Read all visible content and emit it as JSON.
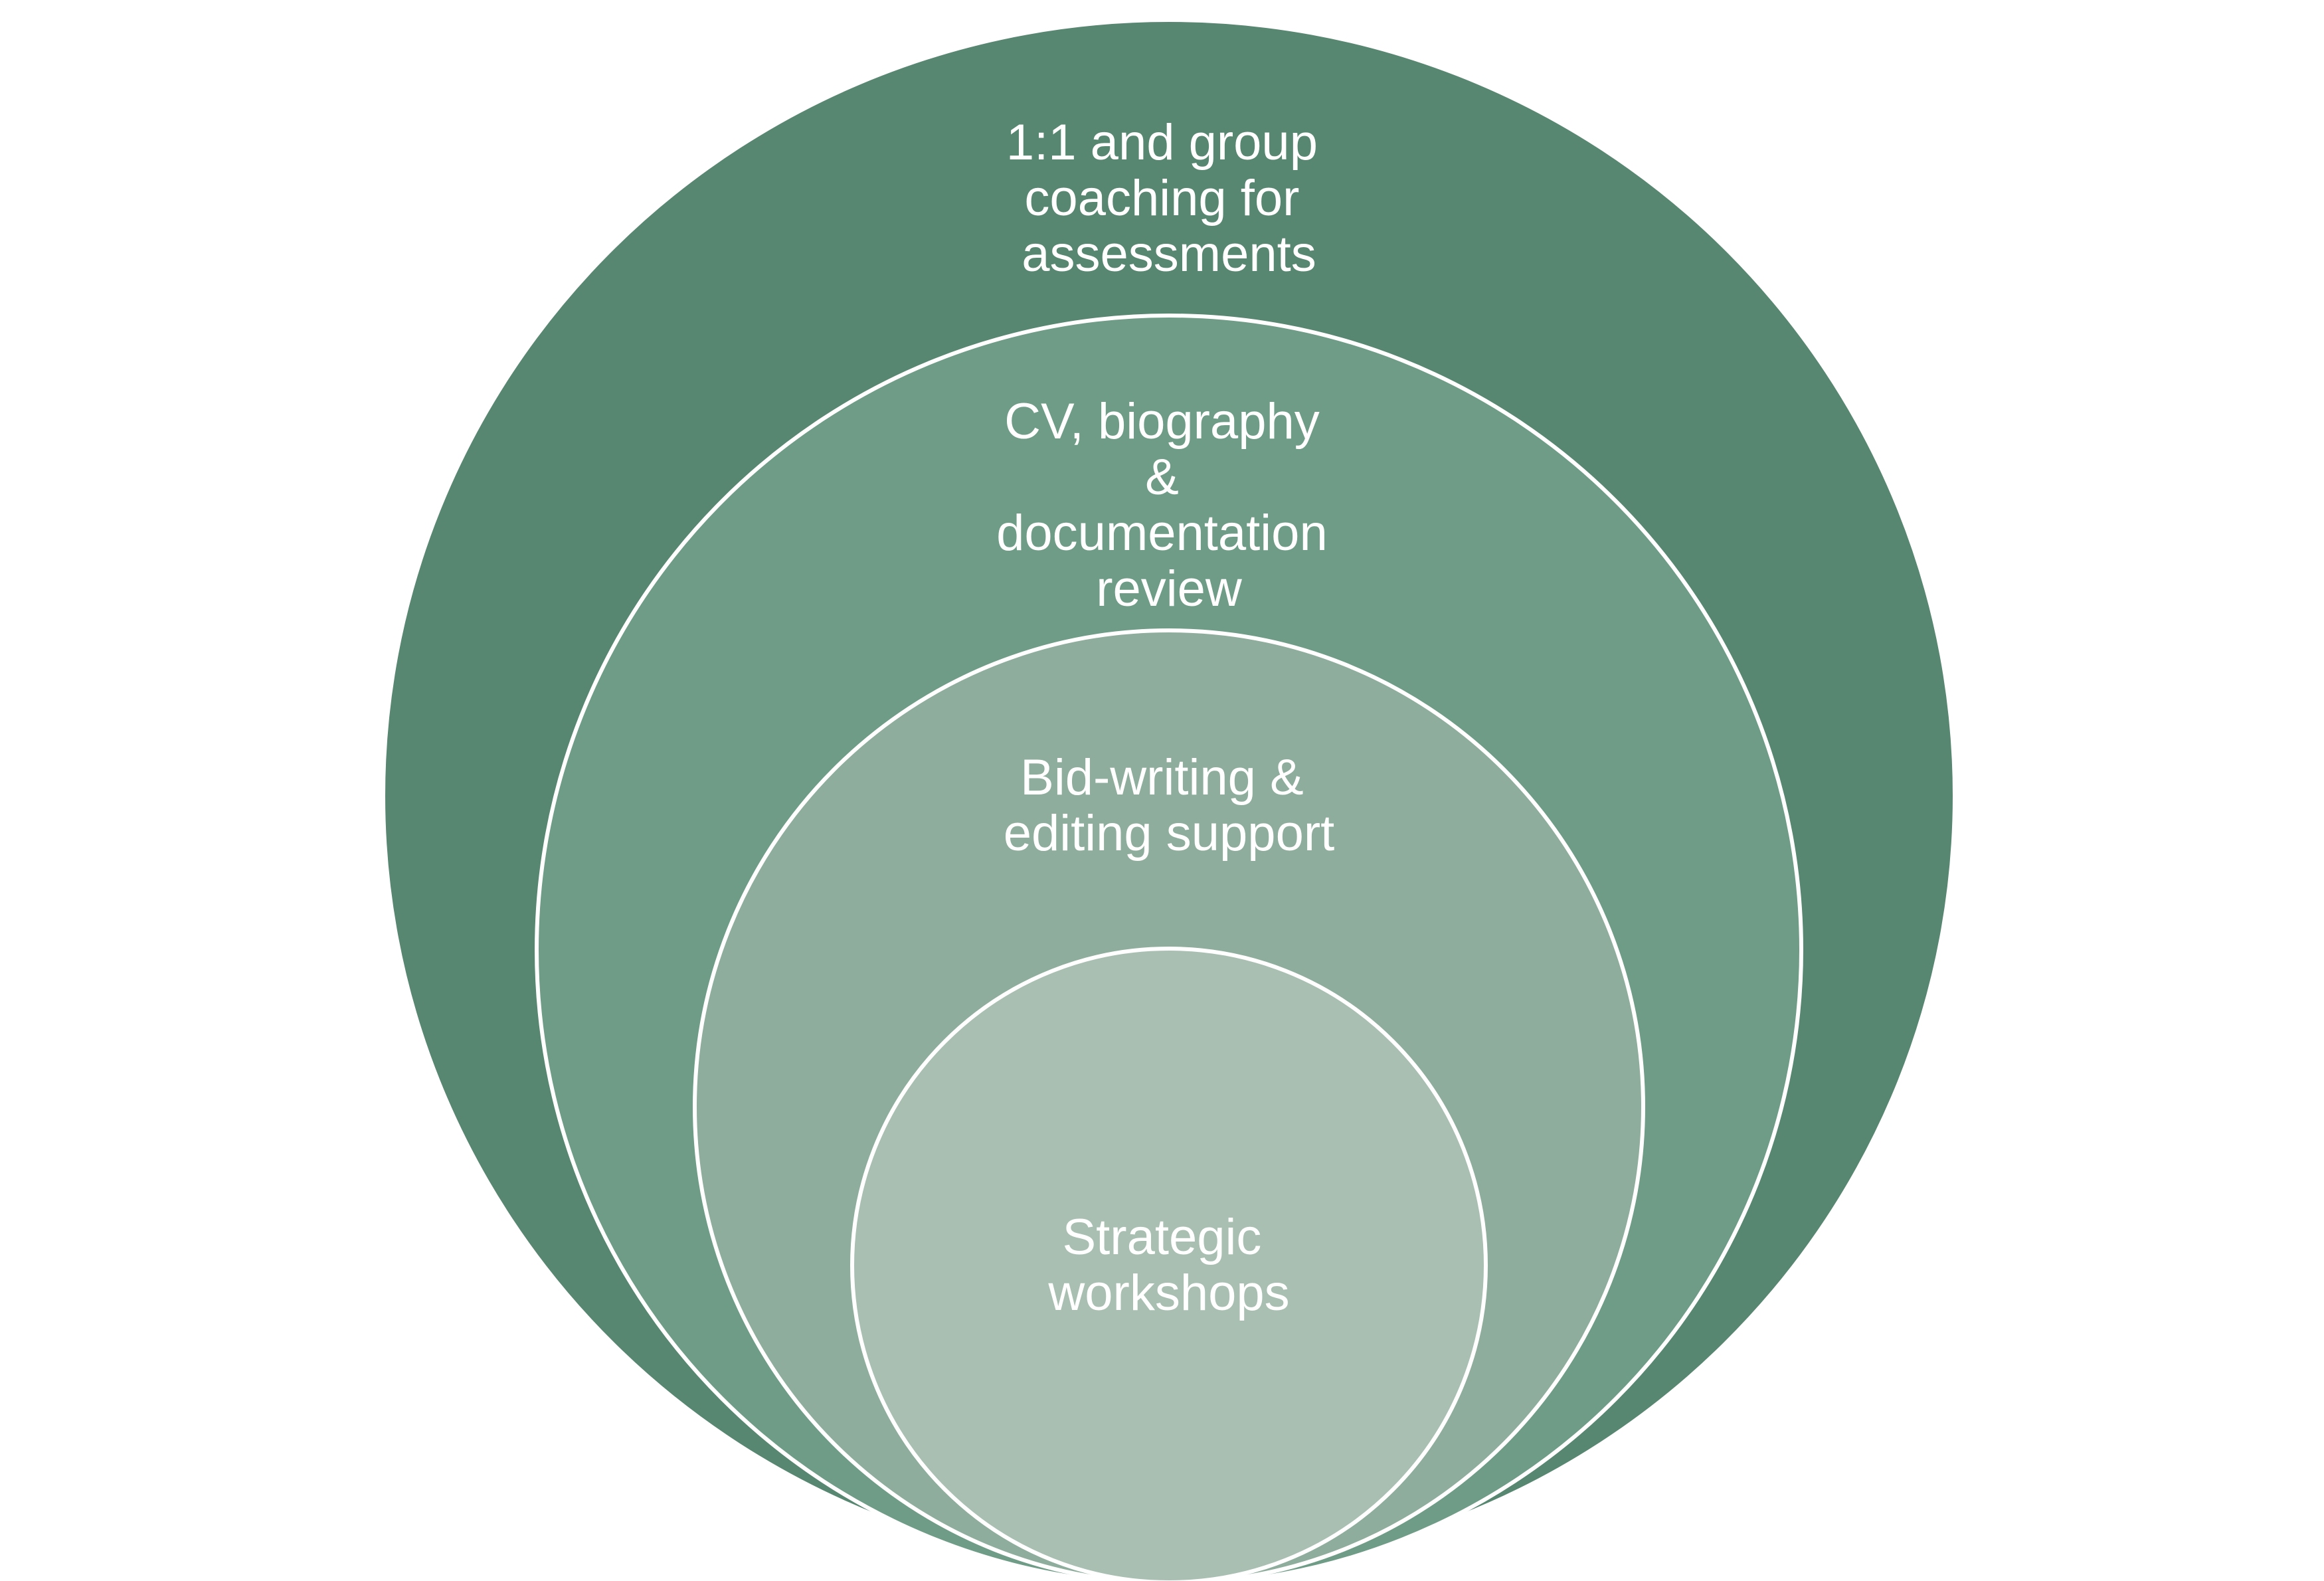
{
  "diagram": {
    "layers": [
      {
        "label_lines": [
          "1:1 and group",
          "coaching for",
          "assessments"
        ],
        "fill": "#578671"
      },
      {
        "label_lines": [
          "CV, biography",
          "&",
          "documentation",
          "review"
        ],
        "fill": "#6E9C86"
      },
      {
        "label_lines": [
          "Bid-writing &",
          "editing support"
        ],
        "fill": "#8EAD9C"
      },
      {
        "label_lines": [
          "Strategic",
          "workshops"
        ],
        "fill": "#A8BFB2"
      }
    ],
    "stroke_color": "#ffffff",
    "background": "#ffffff"
  }
}
